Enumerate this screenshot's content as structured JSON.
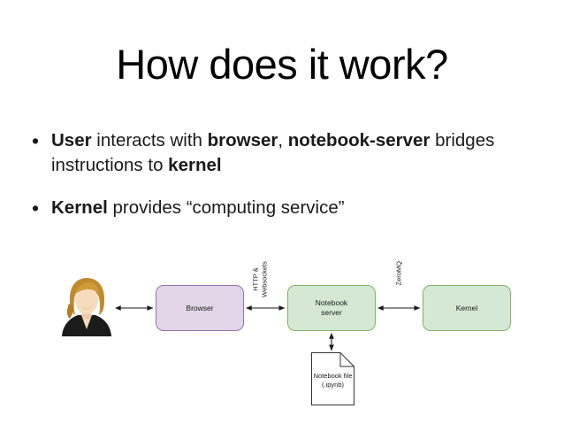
{
  "slide": {
    "title": "How does it work?",
    "background_color": "#ffffff",
    "bullets": [
      {
        "marker": "•",
        "segments": [
          {
            "text": "User",
            "bold": true
          },
          {
            "text": " interacts with ",
            "bold": false
          },
          {
            "text": "browser",
            "bold": true
          },
          {
            "text": ", ",
            "bold": false
          },
          {
            "text": "notebook-server",
            "bold": true
          },
          {
            "text": " bridges instructions to ",
            "bold": false
          },
          {
            "text": "kernel",
            "bold": true
          }
        ]
      },
      {
        "marker": "•",
        "segments": [
          {
            "text": "Kernel",
            "bold": true
          },
          {
            "text": " provides “computing service”",
            "bold": false
          }
        ]
      }
    ]
  },
  "diagram": {
    "nodes": {
      "user": {
        "label": "",
        "icon": "person-avatar-icon"
      },
      "browser": {
        "label": "Browser",
        "fill": "#e1d5e7",
        "stroke": "#9673a6"
      },
      "notebook_server": {
        "label": "Notebook\nserver",
        "fill": "#d5e8d4",
        "stroke": "#82b366"
      },
      "kernel": {
        "label": "Kernel",
        "fill": "#d5e8d4",
        "stroke": "#82b366"
      },
      "notebook_file": {
        "label": "Notebook file\n(.ipynb)",
        "fill": "#ffffff",
        "stroke": "#333333"
      }
    },
    "edge_labels": {
      "user_browser": "",
      "browser_notebook": "HTTP &\nWebsockets",
      "notebook_kernel": "ZeroMQ"
    },
    "arrow_color": "#1a1a1a"
  }
}
